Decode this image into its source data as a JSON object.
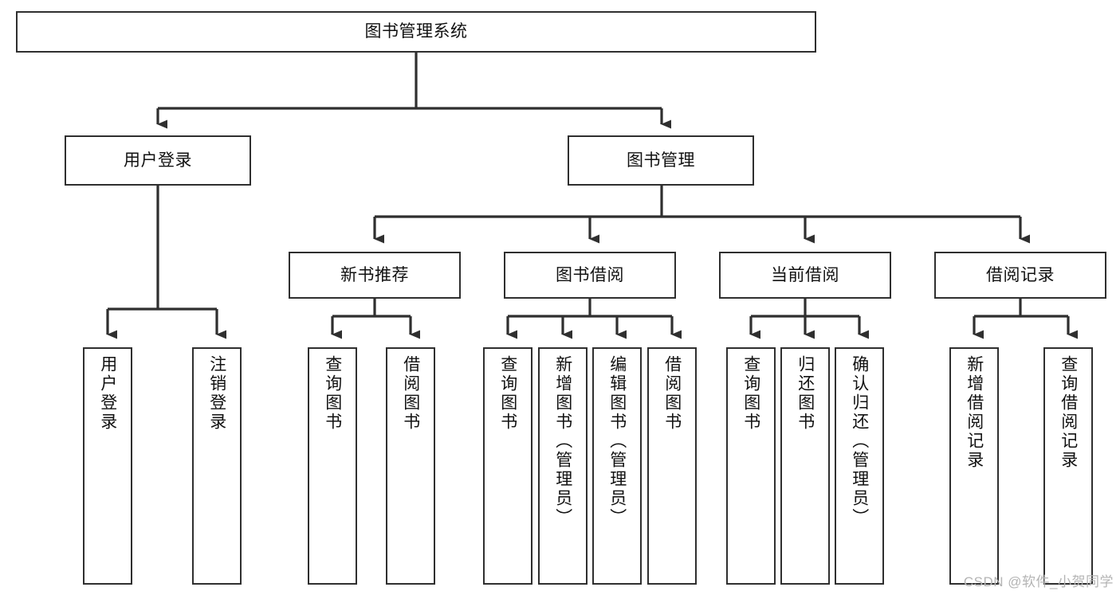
{
  "diagram": {
    "title": "图书管理系统",
    "type": "tree-hierarchy-chart",
    "colors": {
      "box_border": "#2f2f2f",
      "box_fill": "#ffffff",
      "connector": "#2f2f2f",
      "text": "#111111",
      "watermark": "#b4b4b4"
    },
    "root": {
      "id": "root",
      "label": "图书管理系统",
      "orientation": "horizontal"
    },
    "level2": [
      {
        "id": "user-login",
        "label": "用户登录",
        "orientation": "horizontal"
      },
      {
        "id": "book-management",
        "label": "图书管理",
        "orientation": "horizontal"
      }
    ],
    "level3": [
      {
        "id": "new-book-recommend",
        "label": "新书推荐",
        "orientation": "horizontal",
        "parent": "book-management"
      },
      {
        "id": "book-borrow",
        "label": "图书借阅",
        "orientation": "horizontal",
        "parent": "book-management"
      },
      {
        "id": "current-borrow",
        "label": "当前借阅",
        "orientation": "horizontal",
        "parent": "book-management"
      },
      {
        "id": "borrow-record",
        "label": "借阅记录",
        "orientation": "horizontal",
        "parent": "book-management"
      }
    ],
    "leaves": [
      {
        "id": "leaf-user-login",
        "label": "用户登录",
        "orientation": "vertical",
        "parent": "user-login"
      },
      {
        "id": "leaf-user-logout",
        "label": "注销登录",
        "orientation": "vertical",
        "parent": "user-login"
      },
      {
        "id": "leaf-query-book-1",
        "label": "查询图书",
        "orientation": "vertical",
        "parent": "new-book-recommend"
      },
      {
        "id": "leaf-borrow-book-1",
        "label": "借阅图书",
        "orientation": "vertical",
        "parent": "new-book-recommend"
      },
      {
        "id": "leaf-query-book-2",
        "label": "查询图书",
        "orientation": "vertical",
        "parent": "book-borrow"
      },
      {
        "id": "leaf-add-book",
        "label": "新增图书（管理员）",
        "orientation": "vertical",
        "parent": "book-borrow"
      },
      {
        "id": "leaf-edit-book",
        "label": "编辑图书（管理员）",
        "orientation": "vertical",
        "parent": "book-borrow"
      },
      {
        "id": "leaf-borrow-book-2",
        "label": "借阅图书",
        "orientation": "vertical",
        "parent": "book-borrow"
      },
      {
        "id": "leaf-query-book-3",
        "label": "查询图书",
        "orientation": "vertical",
        "parent": "current-borrow"
      },
      {
        "id": "leaf-return-book",
        "label": "归还图书",
        "orientation": "vertical",
        "parent": "current-borrow"
      },
      {
        "id": "leaf-confirm-return",
        "label": "确认归还（管理员）",
        "orientation": "vertical",
        "parent": "current-borrow"
      },
      {
        "id": "leaf-add-record",
        "label": "新增借阅记录",
        "orientation": "vertical",
        "parent": "borrow-record"
      },
      {
        "id": "leaf-query-record",
        "label": "查询借阅记录",
        "orientation": "vertical",
        "parent": "borrow-record"
      }
    ]
  },
  "watermark": {
    "text": "CSDN @软件_小贺同学"
  }
}
